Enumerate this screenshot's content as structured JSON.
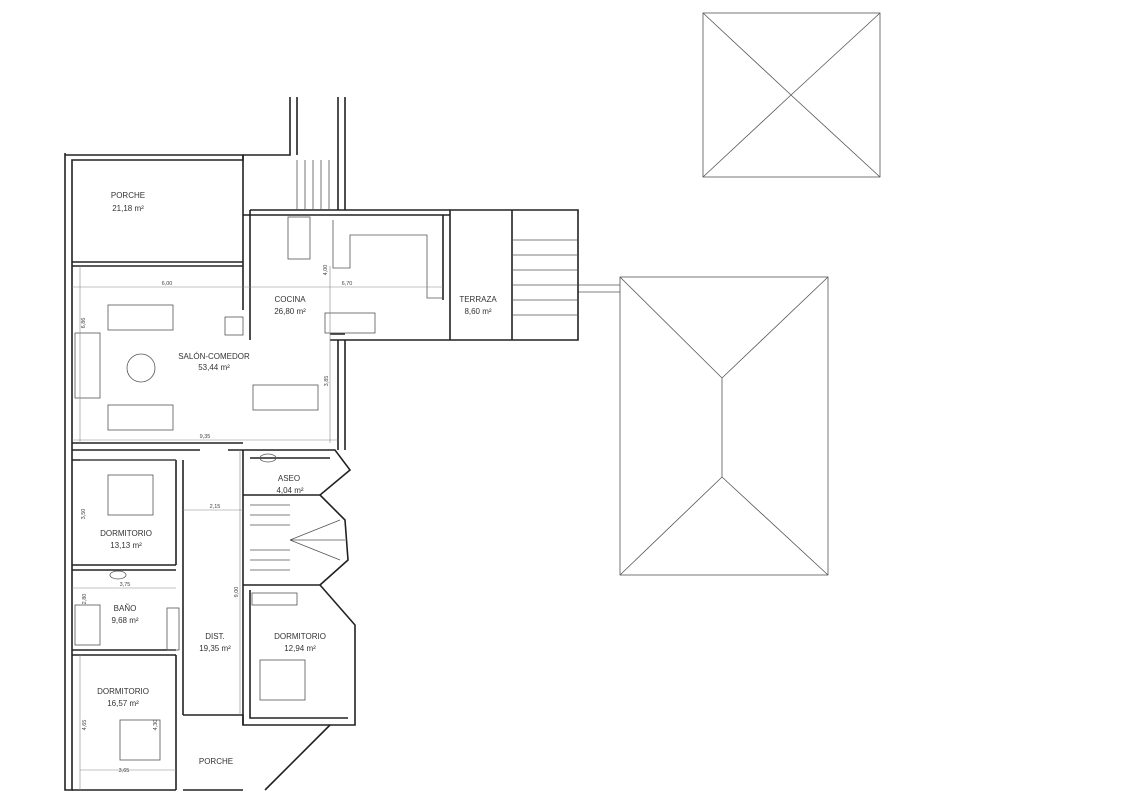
{
  "rooms": {
    "porche_top": {
      "name": "PORCHE",
      "area": "21,18 m²"
    },
    "cocina": {
      "name": "COCINA",
      "area": "26,80 m²"
    },
    "terraza": {
      "name": "TERRAZA",
      "area": "8,60 m²"
    },
    "salon": {
      "name": "SALÓN-COMEDOR",
      "area": "53,44 m²"
    },
    "aseo": {
      "name": "ASEO",
      "area": "4,04 m²"
    },
    "dorm1": {
      "name": "DORMITORIO",
      "area": "13,13 m²"
    },
    "bano": {
      "name": "BAÑO",
      "area": "9,68 m²"
    },
    "dist": {
      "name": "DIST.",
      "area": "19,35 m²"
    },
    "dorm2": {
      "name": "DORMITORIO",
      "area": "12,94 m²"
    },
    "dorm3": {
      "name": "DORMITORIO",
      "area": "16,57 m²"
    },
    "porche_bottom": {
      "name": "PORCHE"
    }
  },
  "dimensions": {
    "salon_width": "6,00",
    "salon_depth": "6,86",
    "cocina_depth": "4,00",
    "cocina_width": "6,70",
    "comedor_depth": "3,85",
    "total_width": "9,35",
    "dorm1_depth": "3,50",
    "dist_width": "2,15",
    "bano_width": "3,75",
    "bano_depth": "2,80",
    "dist_length": "9,00",
    "dorm3_depth": "4,65",
    "dorm3_bed": "4,30",
    "dorm3_width": "3,65"
  }
}
